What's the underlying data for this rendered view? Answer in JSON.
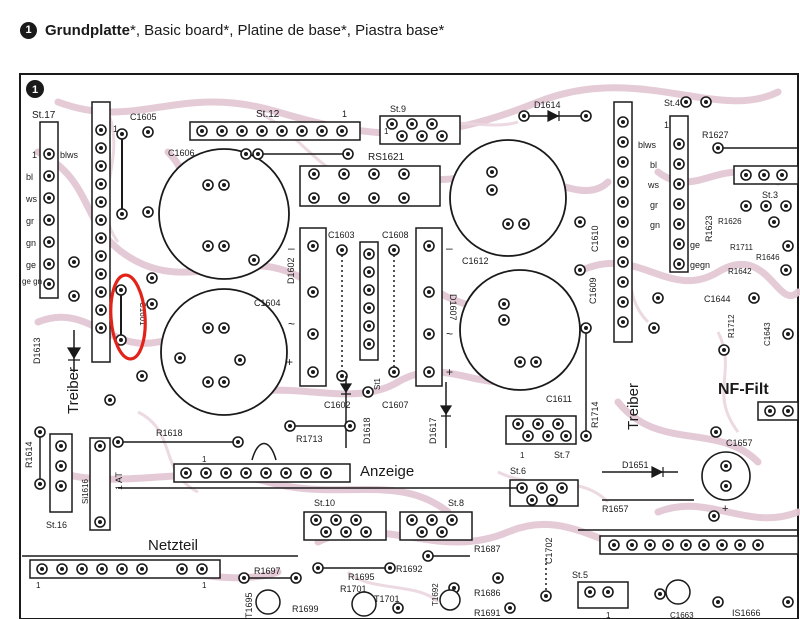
{
  "header": {
    "number": "1",
    "title_bold": "Grundplatte",
    "title_rest": "*, Basic board*, Platine de base*, Piastra base*"
  },
  "board": {
    "number": "1",
    "section_labels": {
      "treiber_left": "Treiber",
      "treiber_right": "Treiber",
      "netzteil": "Netzteil",
      "anzeige": "Anzeige",
      "nf_filter": "NF-Filt"
    },
    "connectors": {
      "st17": "St.17",
      "st12": "St.12",
      "st9": "St.9",
      "st4": "St.4",
      "st3": "St.3",
      "st16": "St.16",
      "st10": "St.10",
      "st8": "St.8",
      "st6": "St.6",
      "st7": "St.7",
      "st5": "St.5",
      "st1": "St1"
    },
    "pin_labels_left": [
      "blws",
      "bl",
      "ws",
      "gr",
      "gn",
      "ge",
      "ge gn"
    ],
    "pin_labels_right": [
      "blws",
      "bl",
      "ws",
      "gr",
      "gn",
      "ge",
      "gegn"
    ],
    "components": {
      "c1605": "C1605",
      "c1606": "C1606",
      "c1604": "C1604",
      "c1601": "C1601",
      "c1603": "C1603",
      "c1608": "C1608",
      "c1612": "C1612",
      "c1610": "C1610",
      "c1609": "C1609",
      "c1602": "C1602",
      "c1607": "C1607",
      "c1611": "C1611",
      "c1657": "C1657",
      "c1644": "C1644",
      "c1643": "C1643",
      "c1702": "C1702",
      "c1663": "C1663",
      "rs1621": "RS1621",
      "d1614": "D1614",
      "d1613": "D1613",
      "d1602": "D1602",
      "d1607": "D1607",
      "d1618": "D1618",
      "d1617": "D1617",
      "d1651": "D1651",
      "r1627": "R1627",
      "r1623": "R1623",
      "r1626": "R1626",
      "r1711": "R1711",
      "r1646": "R1646",
      "r1642": "R1642",
      "r1712": "R1712",
      "r1714": "R1714",
      "r1618": "R1618",
      "r1713": "R1713",
      "r1614": "R1614",
      "r1657": "R1657",
      "r1687": "R1687",
      "r1697": "R1697",
      "r1695": "R1695",
      "r1692": "R1692",
      "r1701": "R1701",
      "r1686": "R1686",
      "r1699": "R1699",
      "r1691": "R1691",
      "t1695": "T1695",
      "t1701": "T1701",
      "t1692": "T1692",
      "is1666": "IS1666",
      "si1616": "Si1616",
      "fuse_rating": "1 AT"
    }
  }
}
